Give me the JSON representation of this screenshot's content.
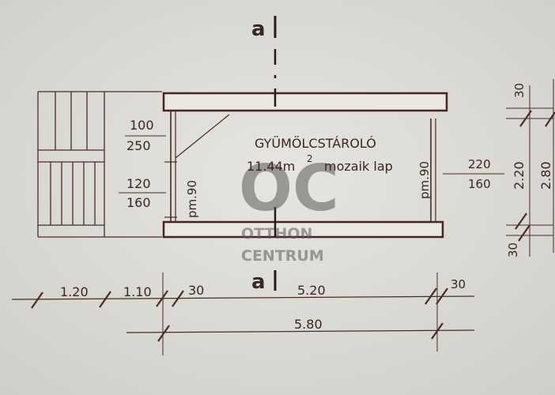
{
  "section_marker": "a",
  "room": {
    "name": "GYÜMÖLCSTÁROLÓ",
    "area": "11.44m",
    "area_unit_sup": "2",
    "floor": "mozaik lap"
  },
  "openings": {
    "left_upper_width": "100",
    "left_upper_height": "250",
    "left_lower_width": "120",
    "left_lower_height": "160",
    "left_sill": "pm.90",
    "right_sill": "pm.90",
    "right_width": "220",
    "right_height": "160"
  },
  "dimensions_bottom": {
    "d1": "1.20",
    "d2": "1.10",
    "d3": "30",
    "d4": "5.20",
    "d5": "30",
    "total": "5.80"
  },
  "dimensions_right": {
    "top": "30",
    "middle": "2.20",
    "bottom": "30",
    "total": "2.80"
  },
  "watermark": {
    "logo": "OC",
    "line1": "OTTHON",
    "line2": "CENTRUM"
  }
}
